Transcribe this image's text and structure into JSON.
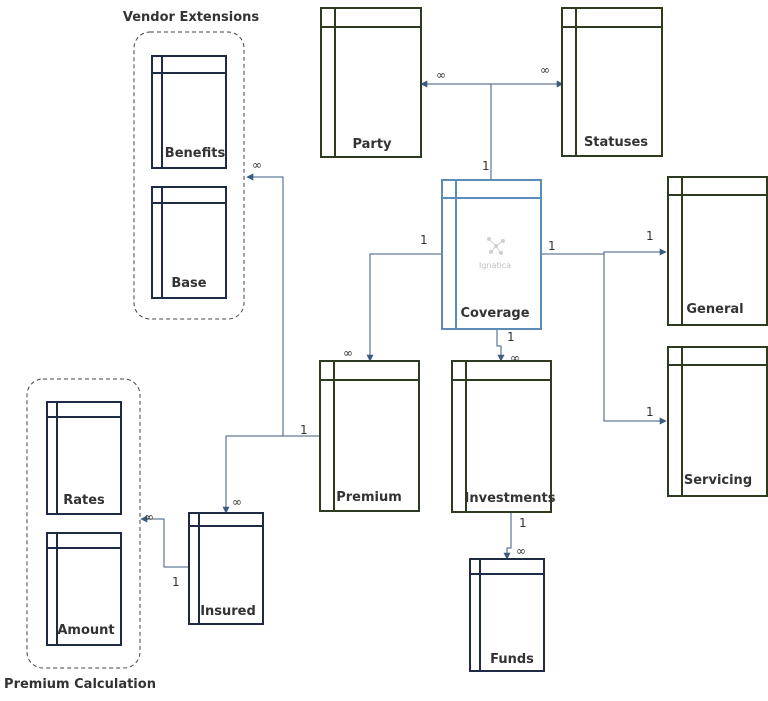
{
  "colors": {
    "green_table": "#2f3b1f",
    "navy_table": "#1f2a44",
    "coverage_table": "#5b8db8",
    "connector": "#3d5a80",
    "group_border": "#444444"
  },
  "groups": {
    "vendor_extensions": {
      "title": "Vendor Extensions"
    },
    "premium_calculation": {
      "title": "Premium Calculation"
    }
  },
  "tables": {
    "party": "Party",
    "statuses": "Statuses",
    "benefits": "Benefits",
    "base": "Base",
    "coverage": "Coverage",
    "general": "General",
    "servicing": "Servicing",
    "premium": "Premium",
    "investments": "Investments",
    "rates": "Rates",
    "amount": "Amount",
    "insured": "Insured",
    "funds": "Funds"
  },
  "watermark": "Ignatica",
  "cardinality": {
    "one": "1",
    "many": "∞"
  }
}
